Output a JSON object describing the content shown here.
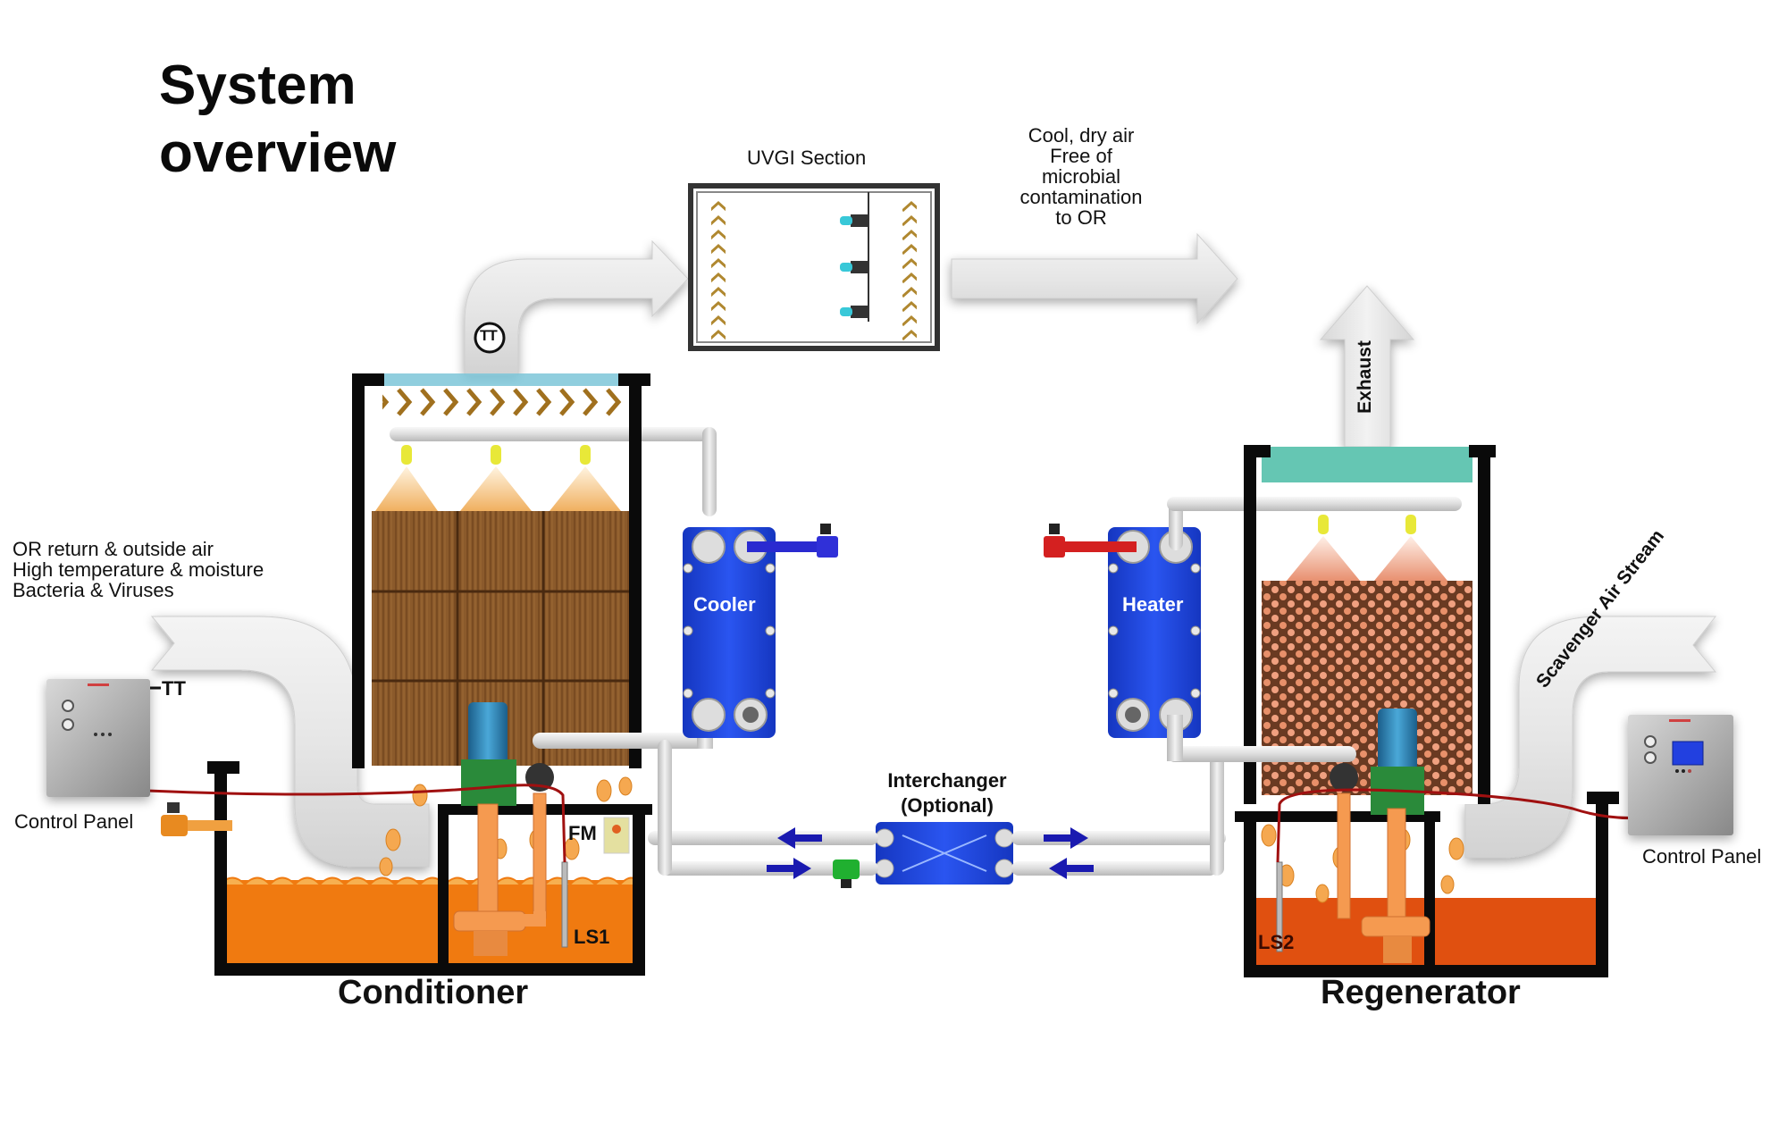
{
  "title": {
    "line1": "System",
    "line2": "overview"
  },
  "inlet": {
    "lines": [
      "OR return & outside air",
      "High temperature & moisture",
      "Bacteria & Viruses"
    ]
  },
  "uvgi": {
    "label": "UVGI Section",
    "lamps": 3
  },
  "supply": {
    "lines": [
      "Cool, dry air",
      "Free of",
      "microbial",
      "contamination",
      "to OR"
    ]
  },
  "sensors": {
    "tt_top": "TT",
    "tt_left": "TT",
    "fm": "FM",
    "ls1": "LS1",
    "ls2": "LS2"
  },
  "cooler": {
    "label": "Cooler",
    "color": "#1e3fd6"
  },
  "heater": {
    "label": "Heater",
    "color": "#1e3fd6"
  },
  "interchanger": {
    "line1": "Interchanger",
    "line2": "(Optional)"
  },
  "exhaust": {
    "label": "Exhaust"
  },
  "scavenger": {
    "label": "Scavenger Air Stream"
  },
  "control_panel_left": {
    "label": "Control Panel"
  },
  "control_panel_right": {
    "label": "Control Panel"
  },
  "units": {
    "conditioner": "Conditioner",
    "regenerator": "Regenerator"
  },
  "colors": {
    "cooler_blue": "#1e3fd6",
    "hot_red": "#d42020",
    "cold_blue": "#2a2ad0",
    "liquid_orange": "#f07a10",
    "regen_liquid": "#e05010",
    "packing_brown": "#8a5a2a",
    "beads": "#e8906a",
    "mist_teal": "#3fb8a0"
  }
}
